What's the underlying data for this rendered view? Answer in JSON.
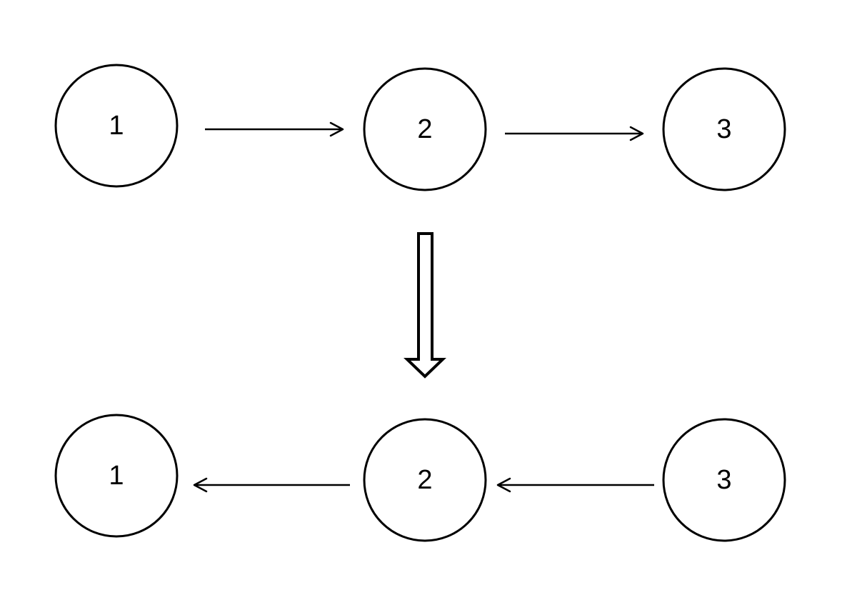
{
  "top_row": {
    "nodes": [
      {
        "label": "1"
      },
      {
        "label": "2"
      },
      {
        "label": "3"
      }
    ],
    "edges": [
      {
        "from": "1",
        "to": "2"
      },
      {
        "from": "2",
        "to": "3"
      }
    ]
  },
  "bottom_row": {
    "nodes": [
      {
        "label": "1"
      },
      {
        "label": "2"
      },
      {
        "label": "3"
      }
    ],
    "edges": [
      {
        "from": "2",
        "to": "1"
      },
      {
        "from": "3",
        "to": "2"
      }
    ]
  },
  "transform_arrow": {
    "direction": "down"
  }
}
